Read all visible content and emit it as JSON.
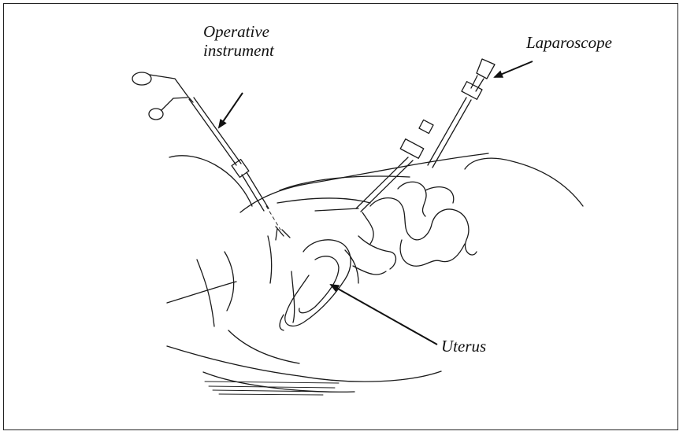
{
  "labels": {
    "operative_line1": "Operative",
    "operative_line2": "instrument",
    "laparoscope": "Laparoscope",
    "uterus": "Uterus"
  },
  "colors": {
    "ink": "#1a1a1a",
    "background": "#ffffff",
    "border": "#222222"
  }
}
